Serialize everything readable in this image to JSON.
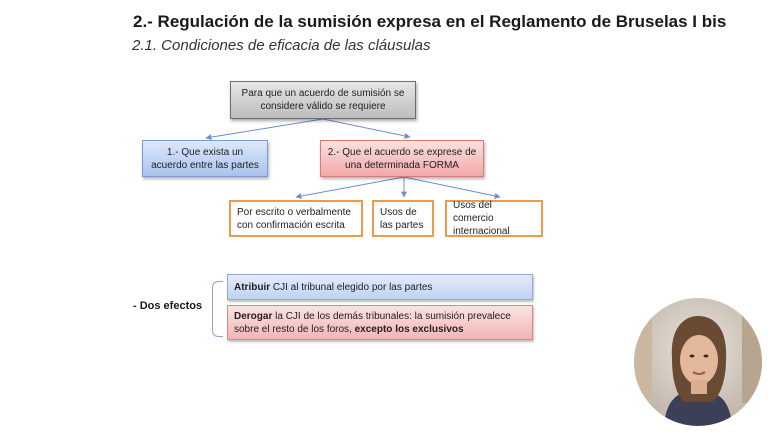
{
  "header": {
    "title": "2.- Regulación de la sumisión expresa en el Reglamento de Bruselas I bis",
    "subtitle": "2.1. Condiciones de eficacia de las cláusulas"
  },
  "diagram": {
    "root": "Para que un acuerdo de sumisión se considere válido se requiere",
    "condition_1": "1.- Que exista un acuerdo entre las partes",
    "condition_2": "2.- Que el acuerdo se exprese de una determinada FORMA",
    "forms": [
      "Por escrito o verbalmente con confirmación escrita",
      "Usos de las partes",
      "Usos del comercio internacional"
    ]
  },
  "effects": {
    "label": "-  Dos efectos",
    "effect_1": {
      "lead": "Atribuir",
      "rest": " CJI al tribunal elegido por las partes"
    },
    "effect_2": {
      "lead": "Derogar",
      "rest": " la CJI de los demás tribunales: la sumisión prevalece sobre el resto de los foros, ",
      "emphasis": "excepto los exclusivos"
    }
  },
  "colors": {
    "arrow": "#6f8fc8",
    "blue_box": "#a9c3ee",
    "red_box": "#f2a8a8",
    "orange_border": "#ef9a4a"
  },
  "webcam": {
    "icon": "presenter-webcam"
  }
}
